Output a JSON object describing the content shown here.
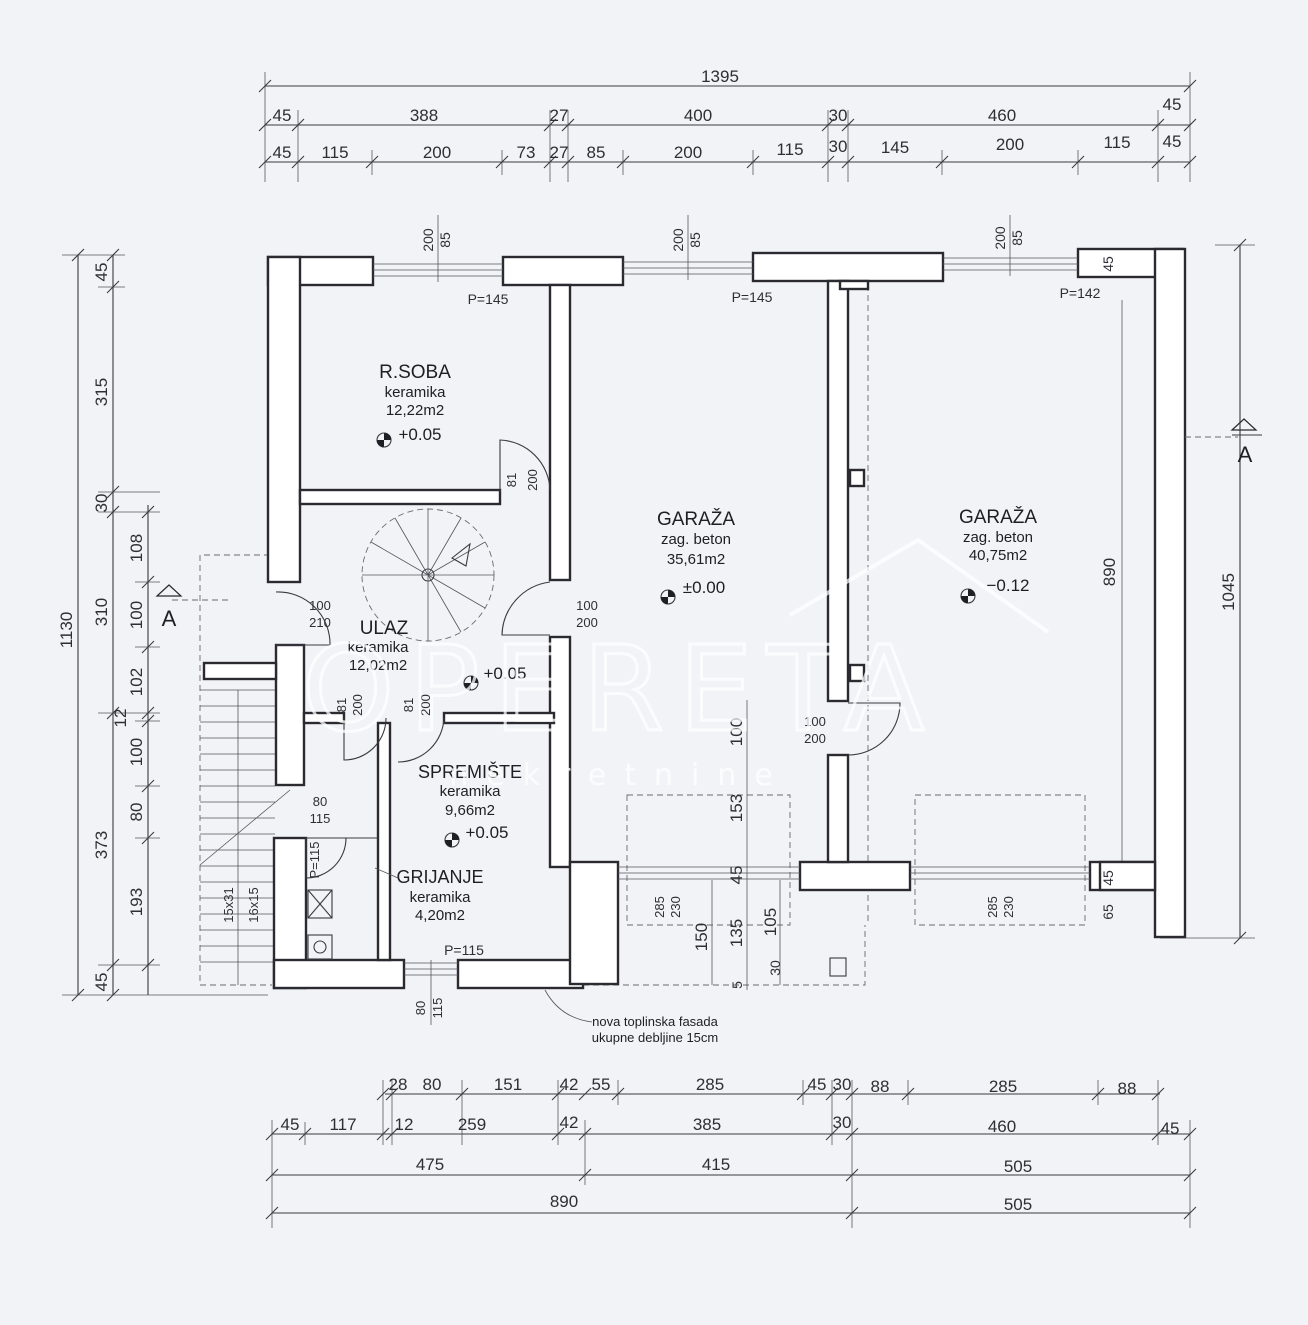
{
  "top_dims": {
    "row1": [
      "1395"
    ],
    "row2": [
      "45",
      "388",
      "27",
      "400",
      "30",
      "460",
      "45"
    ],
    "row3": [
      "45",
      "115",
      "200",
      "73",
      "27",
      "85",
      "200",
      "115",
      "30",
      "145",
      "200",
      "115",
      "45"
    ]
  },
  "bottom_dims": {
    "row1": [
      "28",
      "80",
      "151",
      "42",
      "55",
      "285",
      "45",
      "30",
      "88",
      "285",
      "88"
    ],
    "row2": [
      "45",
      "117",
      "12",
      "259",
      "42",
      "385",
      "30",
      "460",
      "45"
    ],
    "row3": [
      "475",
      "415",
      "505"
    ],
    "row4": [
      "890",
      "505"
    ]
  },
  "left_dims": {
    "outer": [
      "1130"
    ],
    "mid": [
      "315",
      "310",
      "373"
    ],
    "inner": [
      "45",
      "30",
      "108",
      "100",
      "102",
      "12",
      "100",
      "80",
      "193",
      "45"
    ]
  },
  "right_dims": {
    "outer": [
      "1045"
    ],
    "inner": [
      "890"
    ]
  },
  "windows": {
    "w1": [
      "200",
      "85",
      "P=145"
    ],
    "w2": [
      "200",
      "85",
      "P=145"
    ],
    "w3": [
      "200",
      "85",
      "P=142"
    ]
  },
  "rooms": {
    "rsoba": {
      "name": "R.SOBA",
      "floor": "keramika",
      "area": "12,22m2",
      "level": "+0.05"
    },
    "garaza1": {
      "name": "GARAŽA",
      "floor": "zag. beton",
      "area": "35,61m2",
      "level": "±0.00"
    },
    "garaza2": {
      "name": "GARAŽA",
      "floor": "zag. beton",
      "area": "40,75m2",
      "level": "−0.12"
    },
    "ulaz": {
      "name": "ULAZ",
      "floor": "keramika",
      "area": "12,02m2",
      "level": "+0.05"
    },
    "spremiste": {
      "name": "SPREMIŠTE",
      "floor": "keramika",
      "area": "9,66m2",
      "level": "+0.05"
    },
    "grijanje": {
      "name": "GRIJANJE",
      "floor": "keramika",
      "area": "4,20m2"
    }
  },
  "doors": {
    "d1": [
      "81",
      "200"
    ],
    "d2": [
      "100",
      "210"
    ],
    "d3": [
      "100",
      "200"
    ],
    "d4": [
      "81",
      "200"
    ],
    "d5": [
      "81",
      "200"
    ],
    "d6": [
      "80",
      "115"
    ],
    "d7": [
      "100",
      "200"
    ],
    "d8": [
      "80",
      "115"
    ]
  },
  "misc": {
    "p115a": "P=115",
    "p115b": "P=115",
    "stairs1": "15x31",
    "stairs2": "16x15",
    "g_dims": [
      "100",
      "153",
      "45",
      "150",
      "135",
      "105",
      "30",
      "5"
    ],
    "pit1": [
      "285",
      "230"
    ],
    "pit2": [
      "285",
      "230"
    ],
    "r65": "65",
    "r45": "45",
    "r45b": "45"
  },
  "section": {
    "left": "A",
    "right": "A"
  },
  "note": {
    "line1": "nova toplinska fasada",
    "line2": "ukupne debljine 15cm"
  },
  "watermark": {
    "brand": "OPERETA",
    "sub": "nekretnine"
  }
}
